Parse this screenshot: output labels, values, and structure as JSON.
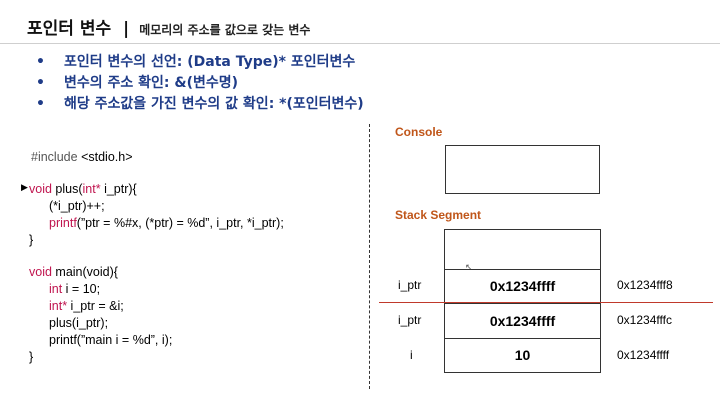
{
  "title": {
    "main": "포인터 변수",
    "separator": "|",
    "subtitle": "메모리의 주소를 값으로 갖는 변수"
  },
  "bullets": [
    "포인터 변수의 선언: (Data Type)* 포인터변수",
    "변수의 주소 확인: &(변수명)",
    "해당 주소값을 가진 변수의 값 확인: *(포인터변수)"
  ],
  "bullet_char": "•",
  "code": {
    "include_kw": "#include",
    "include_arg": "<stdio.h>",
    "plus_void": "void",
    "plus_name": " plus(",
    "plus_int": "int*",
    "plus_rest": " i_ptr){",
    "plus_inc": "(*i_ptr)++;",
    "plus_printf": "printf",
    "plus_printf_args": "(”ptr = %#x, (*ptr) = %d”, i_ptr, *i_ptr);",
    "plus_close": "}",
    "main_void": "void",
    "main_rest": " main(void){",
    "main_int": "int",
    "main_int_rest": " i = 10;",
    "main_intp": "int*",
    "main_intp_rest": " i_ptr = &i;",
    "main_call": "plus(i_ptr);",
    "main_printf": "printf(”main i = %d”, i);",
    "main_close": "}"
  },
  "arrow_mark": "▶",
  "console_label": "Console",
  "stack_label": "Stack Segment",
  "stack_rows": [
    {
      "name": "i_ptr",
      "value": "0x1234ffff",
      "address": "0x1234fff8"
    },
    {
      "name": "i_ptr",
      "value": "0x1234ffff",
      "address": "0x1234fffc"
    },
    {
      "name": "i",
      "value": "10",
      "address": "0x1234ffff"
    }
  ],
  "colors": {
    "bullet_text": "#1f3c88",
    "keyword": "#c0154f",
    "section_label": "#c0561a",
    "frame_divider": "#c0392b"
  }
}
